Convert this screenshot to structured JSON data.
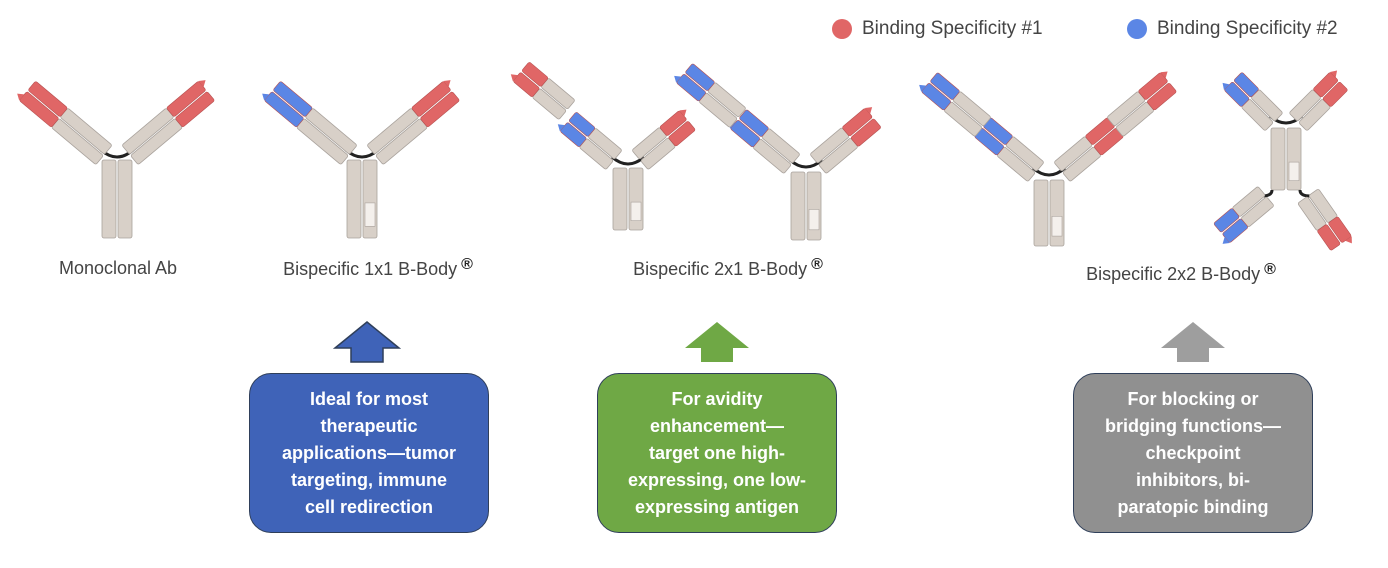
{
  "legend": [
    {
      "label": "Binding Specificity #1",
      "color": "#e06666"
    },
    {
      "label": "Binding Specificity #2",
      "color": "#5b86e5"
    }
  ],
  "antibodies": [
    {
      "label": "Monoclonal Ab",
      "registered": false
    },
    {
      "label": "Bispecific 1x1 B-Body",
      "registered": true
    },
    {
      "label": "Bispecific 2x1 B-Body",
      "registered": true
    },
    {
      "label": "Bispecific 2x2 B-Body",
      "registered": true
    }
  ],
  "registered_mark": "®",
  "boxes": [
    {
      "id": "box-1x1",
      "color": "#3f63b8",
      "arrow_color": "#3f63b8",
      "lines": [
        "Ideal for most",
        "therapeutic",
        "applications—tumor",
        "targeting, immune",
        "cell redirection"
      ]
    },
    {
      "id": "box-2x1",
      "color": "#6fa845",
      "arrow_color": "#6fa845",
      "lines": [
        "For avidity",
        "enhancement—",
        "target one high-",
        "expressing, one low-",
        "expressing antigen"
      ]
    },
    {
      "id": "box-2x2",
      "color": "#909090",
      "arrow_color": "#9e9e9e",
      "lines": [
        "For blocking or",
        "bridging functions—",
        "checkpoint",
        "inhibitors, bi-",
        "paratopic binding"
      ]
    }
  ],
  "colors": {
    "constant": "#d8d0c8",
    "constant_dark": "#a9a29c",
    "light_region": "#f4f0ec",
    "hinge": "#222222"
  }
}
